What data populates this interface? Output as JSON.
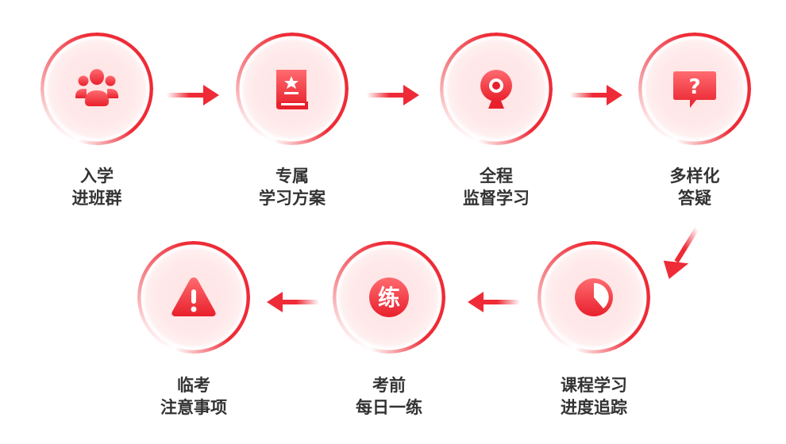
{
  "steps": [
    {
      "line1": "入学",
      "line2": "进班群",
      "icon": "people-icon"
    },
    {
      "line1": "专属",
      "line2": "学习方案",
      "icon": "book-star-icon"
    },
    {
      "line1": "全程",
      "line2": "监督学习",
      "icon": "webcam-icon"
    },
    {
      "line1": "多样化",
      "line2": "答疑",
      "icon": "question-bubble-icon"
    },
    {
      "line1": "课程学习",
      "line2": "进度追踪",
      "icon": "pie-progress-icon"
    },
    {
      "line1": "考前",
      "line2": "每日一练",
      "icon": "practice-badge-icon",
      "badge": "练"
    },
    {
      "line1": "临考",
      "line2": "注意事项",
      "icon": "warning-icon"
    }
  ],
  "colors": {
    "accent": "#ee2b36",
    "text": "#333333",
    "fill": "#ffe5e6"
  }
}
